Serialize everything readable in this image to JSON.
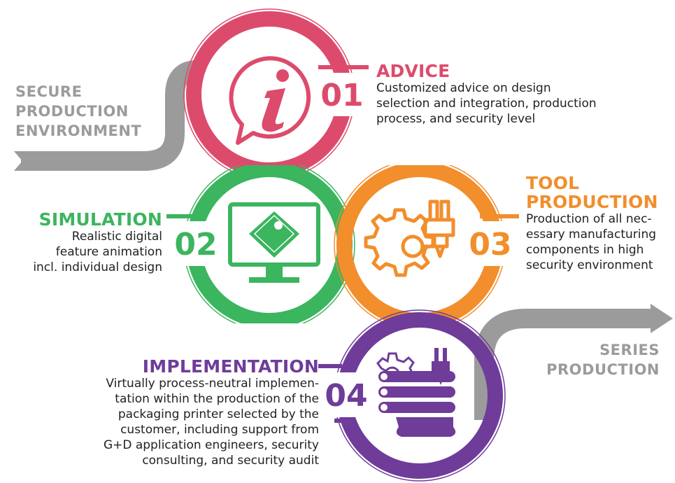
{
  "colors": {
    "red": "#dd4b6c",
    "green": "#3bb55e",
    "orange": "#f28e2b",
    "purple": "#6f3c9a",
    "gray": "#9b9b9b"
  },
  "start": {
    "lines": [
      "SECURE",
      "PRODUCTION",
      "ENVIRONMENT"
    ]
  },
  "end": {
    "lines": [
      "SERIES",
      "PRODUCTION"
    ]
  },
  "steps": [
    {
      "number": "01",
      "title": "ADVICE",
      "icon": "info-speech-bubble-icon",
      "text": [
        "Customized advice on design",
        "selection and integration, production",
        "process, and security level"
      ]
    },
    {
      "number": "02",
      "title": "SIMULATION",
      "icon": "monitor-simulation-icon",
      "text": [
        "Realistic digital",
        "feature animation",
        "incl. individual design"
      ]
    },
    {
      "number": "03",
      "title_lines": [
        "TOOL",
        "PRODUCTION"
      ],
      "icon": "gear-machine-tool-icon",
      "text": [
        "Production of all nec-",
        "essary manufacturing",
        "components in high",
        "security environment"
      ]
    },
    {
      "number": "04",
      "title": "IMPLEMENTATION",
      "icon": "printing-press-icon",
      "text": [
        "Virtually process-neutral implemen-",
        "tation within the production of the",
        "packaging printer selected by the",
        "customer, including support from",
        "G+D application engineers, security",
        "consulting, and security audit"
      ]
    }
  ]
}
